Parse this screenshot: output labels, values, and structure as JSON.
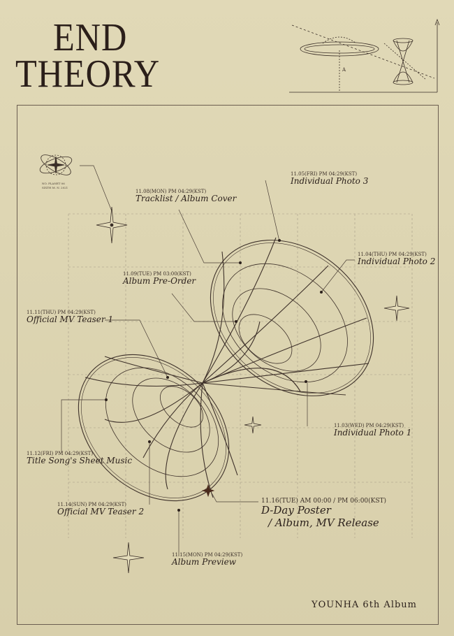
{
  "title": {
    "line1": "END",
    "line2": "THEORY"
  },
  "diagram_label": "A",
  "note": {
    "line1": "NO. PLANET 06",
    "line2": "SIXTH M. N. 2021"
  },
  "events": [
    {
      "date": "11.05(FRI) PM 04:29(KST)",
      "name": "Individual Photo 3"
    },
    {
      "date": "11.08(MON) PM 04:29(KST)",
      "name": "Tracklist / Album Cover"
    },
    {
      "date": "11.04(THU) PM 04:29(KST)",
      "name": "Individual Photo 2"
    },
    {
      "date": "11.09(TUE) PM 03:00(KST)",
      "name": "Album Pre-Order"
    },
    {
      "date": "11.11(THU) PM 04:29(KST)",
      "name": "Official MV Teaser 1"
    },
    {
      "date": "11.03(WED) PM 04:29(KST)",
      "name": "Individual Photo 1"
    },
    {
      "date": "11.12(FRI) PM 04:29(KST)",
      "name": "Title Song's Sheet Music"
    },
    {
      "date": "11.14(SUN) PM 04:29(KST)",
      "name": "Official MV Teaser 2"
    },
    {
      "date": "11.16(TUE) AM 00:00 / PM 06:00(KST)",
      "name": "D-Day Poster",
      "name2": "/ Album, MV Release"
    },
    {
      "date": "11.15(MON) PM 04:29(KST)",
      "name": "Album Preview"
    }
  ],
  "footer": "YOUNHA 6th Album"
}
